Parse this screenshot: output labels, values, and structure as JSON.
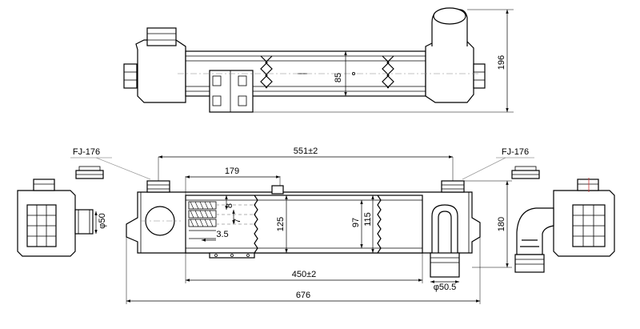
{
  "top_view": {
    "height_dim": "196",
    "core_dim": "85"
  },
  "front_view": {
    "cap_label_left": "FJ-176",
    "cap_label_right": "FJ-176",
    "overall_pipe_span": "551±2",
    "inner_span": "179",
    "fin_pitch_8": "8",
    "fin_pitch_7": "7",
    "fin_gap": "3.5",
    "core_height": "125",
    "inner_height": "97",
    "tank_height": "115",
    "total_height": "180",
    "core_length": "450±2",
    "overall_length": "676",
    "left_pipe_dia": "φ50",
    "right_pipe_dia": "φ50.5"
  }
}
